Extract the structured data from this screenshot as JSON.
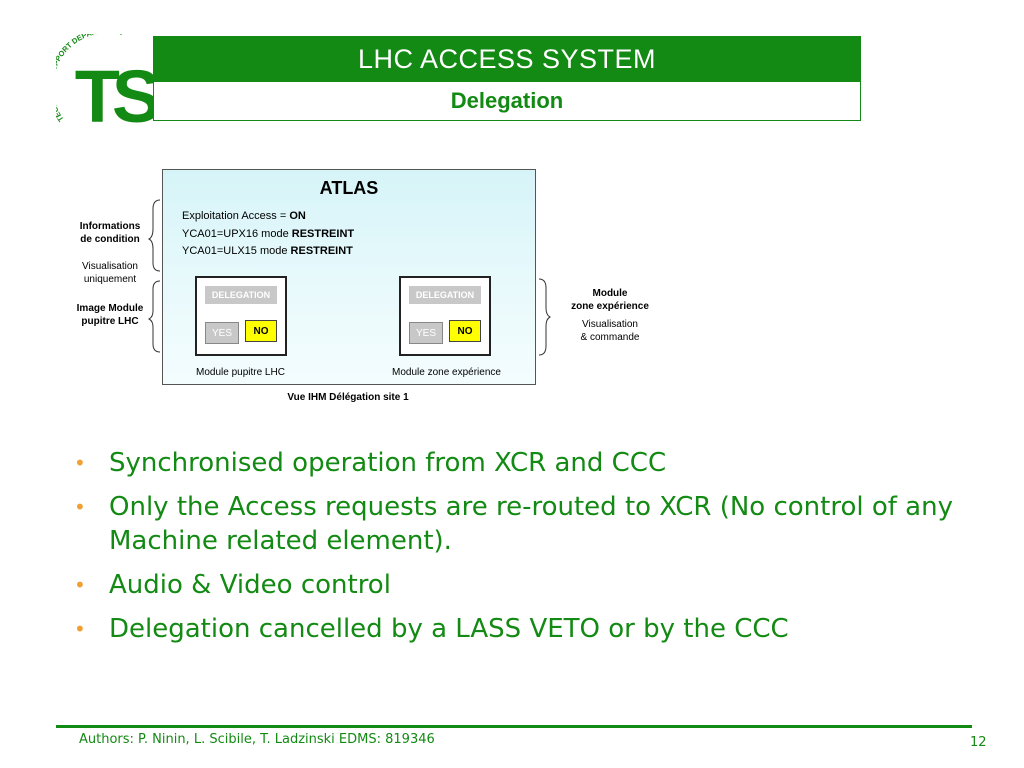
{
  "header": {
    "logo_arc_text": "TECHNICAL SUPPORT DEPARTMENT",
    "logo_letters": "TS",
    "title": "LHC ACCESS SYSTEM",
    "subtitle": "Delegation"
  },
  "figure": {
    "panel_title": "ATLAS",
    "conditions": [
      {
        "label": "Exploitation Access = ",
        "value": "ON"
      },
      {
        "label": "YCA01=UPX16  mode ",
        "value": "RESTREINT"
      },
      {
        "label": "YCA01=ULX15  mode ",
        "value": "RESTREINT"
      }
    ],
    "modules": [
      {
        "header": "DELEGATION",
        "yes": "YES",
        "no": "NO",
        "label": "Module pupitre LHC"
      },
      {
        "header": "DELEGATION",
        "yes": "YES",
        "no": "NO",
        "label": "Module zone expérience"
      }
    ],
    "left_annotations": {
      "info_line1": "Informations",
      "info_line2": "de condition",
      "vis_line1": "Visualisation",
      "vis_line2": "uniquement",
      "img_line1": "Image Module",
      "img_line2": "pupitre LHC"
    },
    "right_annotations": {
      "mod_line1": "Module",
      "mod_line2": "zone expérience",
      "vis_line1": "Visualisation",
      "vis_line2": "& commande"
    },
    "caption": "Vue IHM Délégation site 1"
  },
  "bullets": [
    "Synchronised operation from XCR and CCC",
    "Only the Access requests are re-routed to XCR (No control of any Machine related element).",
    "Audio & Video control",
    "Delegation cancelled by a LASS VETO or by the CCC"
  ],
  "footer": {
    "authors": "Authors: P. Ninin, L. Scibile, T. Ladzinski   EDMS: 819346",
    "page": "12"
  },
  "colors": {
    "brand_green": "#138a13",
    "bullet_orange": "#f0a030",
    "no_yellow": "#ffff00"
  }
}
